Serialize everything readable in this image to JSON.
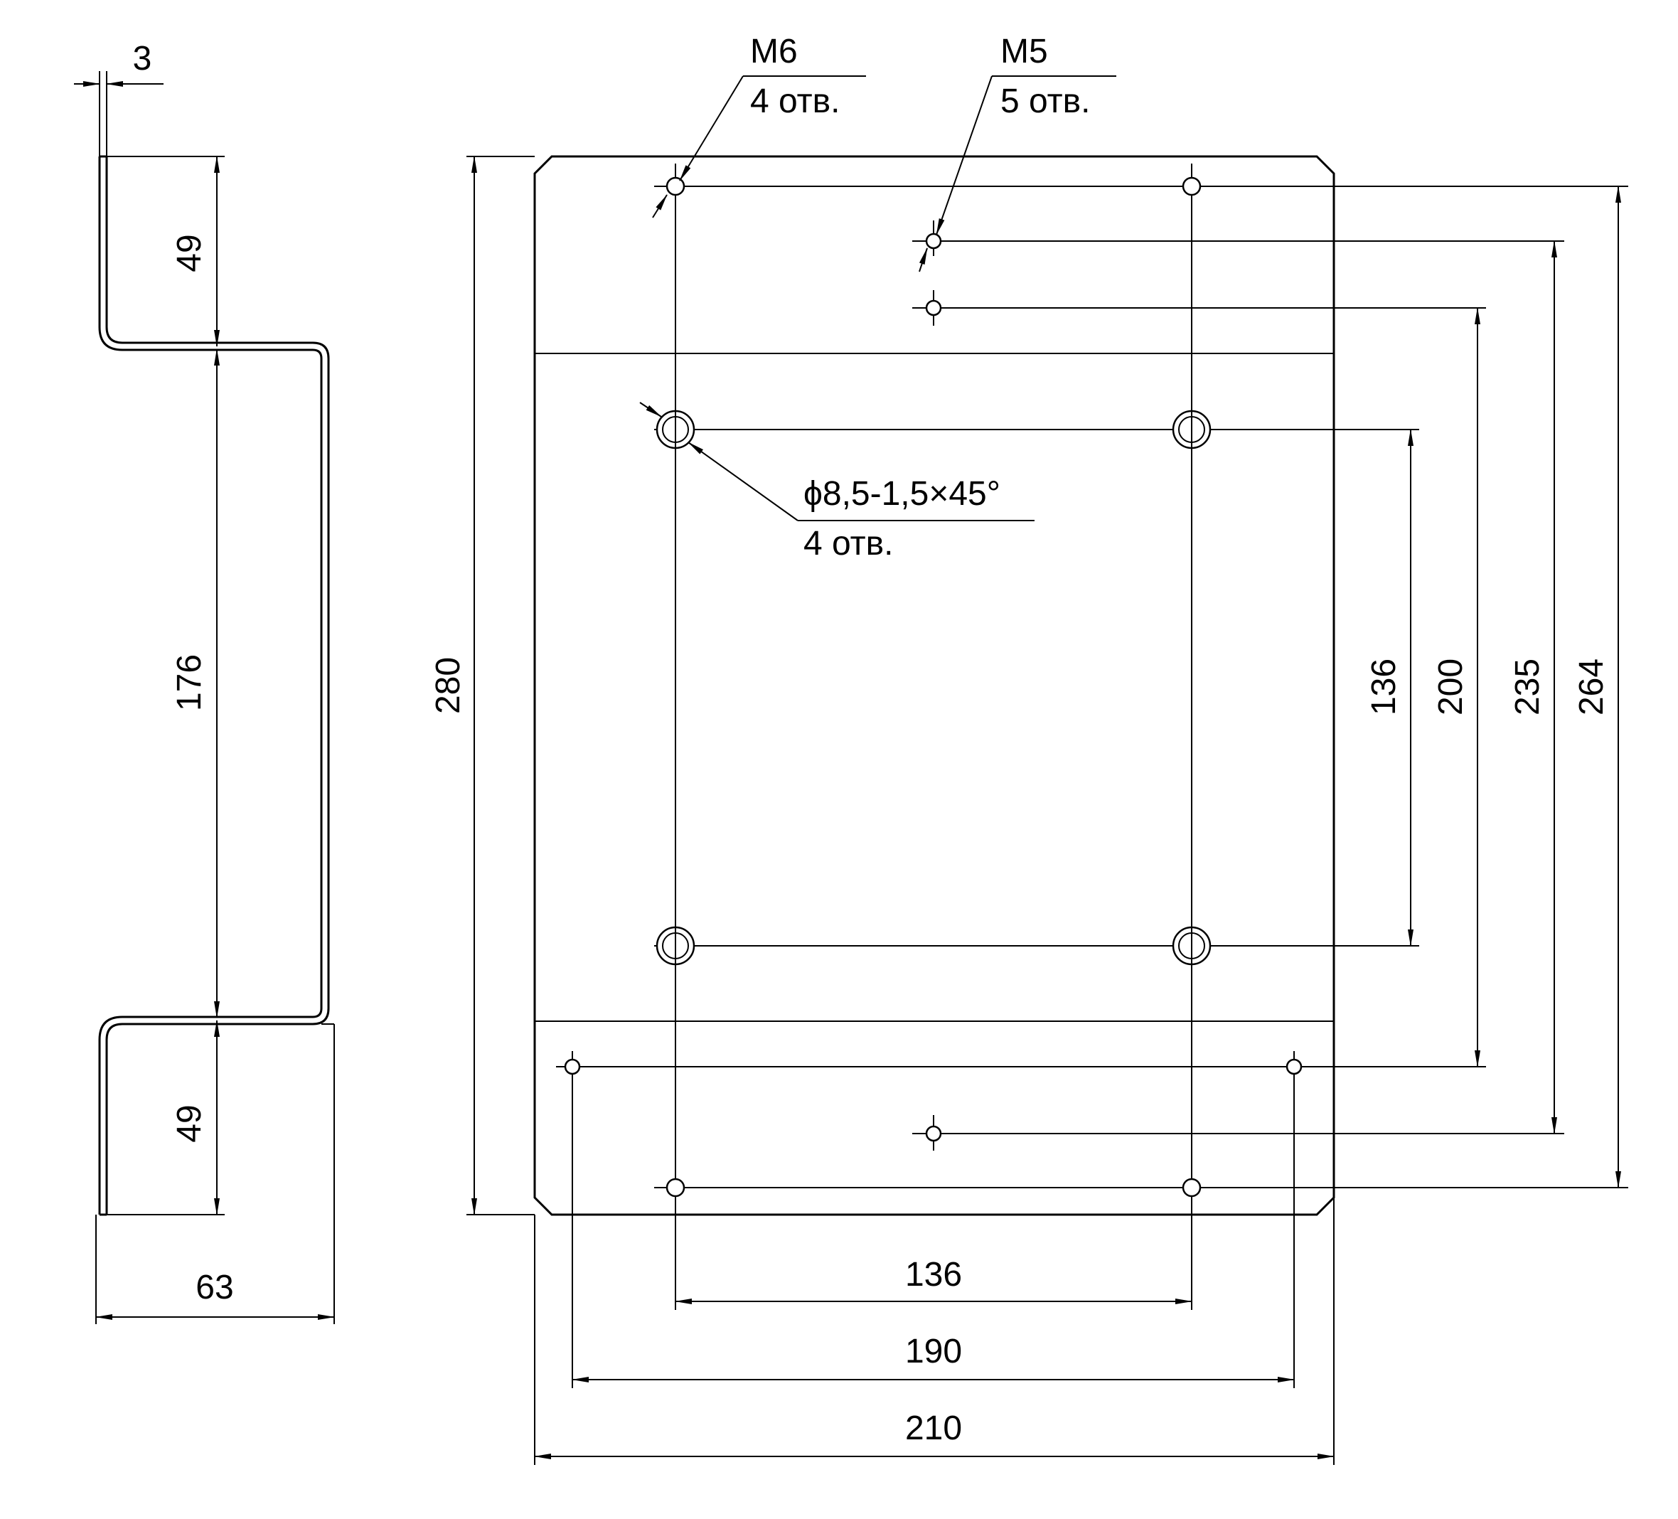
{
  "drawing": {
    "side_view": {
      "thickness": "3",
      "segment_top": "49",
      "segment_middle": "176",
      "segment_bottom": "49",
      "width": "63"
    },
    "plan_view": {
      "height_overall": "280",
      "width_overall": "210",
      "hole_span_136_horizontal": "136",
      "hole_span_190": "190",
      "hole_span_136_vertical": "136",
      "hole_span_200": "200",
      "hole_span_235": "235",
      "hole_span_264": "264"
    },
    "callouts": {
      "m6": {
        "thread": "M6",
        "count": "4 отв."
      },
      "m5": {
        "thread": "M5",
        "count": "5 отв."
      },
      "large_hole": {
        "spec": "ϕ8,5-1,5×45°",
        "count": "4 отв."
      }
    }
  }
}
